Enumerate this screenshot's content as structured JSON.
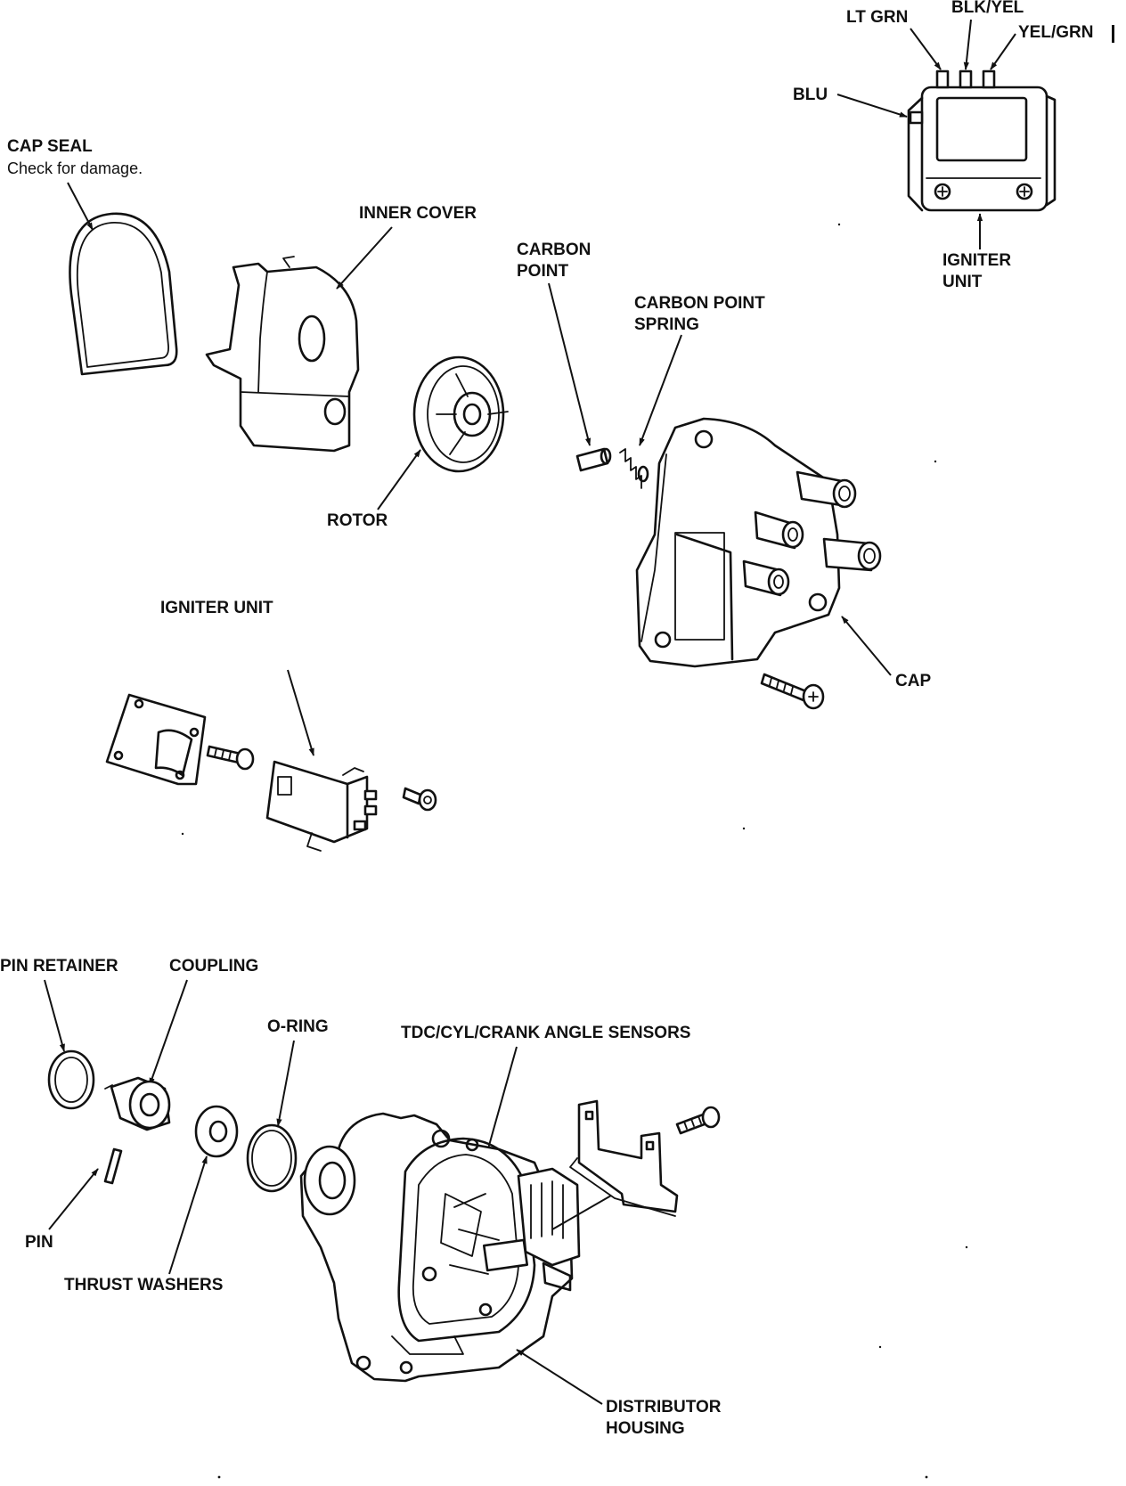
{
  "labels": {
    "lt_grn": "LT GRN",
    "blk_yel": "BLK/YEL",
    "yel_grn": "YEL/GRN",
    "blu": "BLU",
    "igniter_unit_top_1": "IGNITER",
    "igniter_unit_top_2": "UNIT",
    "cap_seal": "CAP SEAL",
    "cap_seal_note": "Check for damage.",
    "inner_cover": "INNER COVER",
    "carbon_point_1": "CARBON",
    "carbon_point_2": "POINT",
    "carbon_point_spring_1": "CARBON POINT",
    "carbon_point_spring_2": "SPRING",
    "rotor": "ROTOR",
    "igniter_unit_mid": "IGNITER UNIT",
    "cap": "CAP",
    "pin_retainer": "PIN RETAINER",
    "coupling": "COUPLING",
    "o_ring": "O-RING",
    "sensors": "TDC/CYL/CRANK ANGLE SENSORS",
    "pin": "PIN",
    "thrust_washers": "THRUST WASHERS",
    "housing_1": "DISTRIBUTOR",
    "housing_2": "HOUSING"
  }
}
